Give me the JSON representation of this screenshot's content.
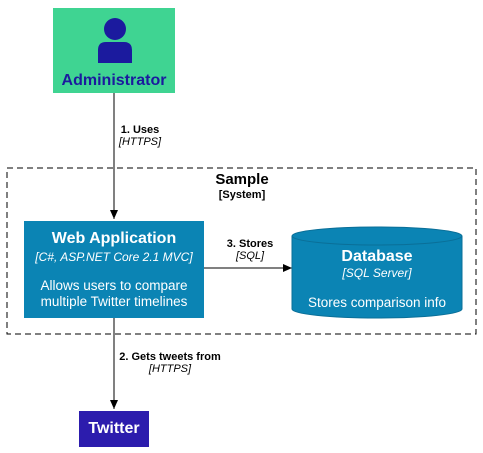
{
  "boundary": {
    "name": "Sample",
    "type": "[System]"
  },
  "nodes": {
    "administrator": {
      "label": "Administrator",
      "color": "#3fd492",
      "text_color": "#1b1a9e",
      "icon": "person-icon"
    },
    "web_application": {
      "title": "Web Application",
      "technology": "[C#, ASP.NET Core 2.1 MVC]",
      "description_lines": [
        "Allows users to compare",
        "multiple Twitter timelines"
      ],
      "color": "#0b84b4"
    },
    "database": {
      "title": "Database",
      "technology": "[SQL Server]",
      "description": "Stores comparison info",
      "color": "#0b84b4"
    },
    "twitter": {
      "label": "Twitter",
      "color": "#2c1cad"
    }
  },
  "edges": [
    {
      "label": "1. Uses",
      "technology": "[HTTPS]"
    },
    {
      "label": "3. Stores",
      "technology": "[SQL]"
    },
    {
      "label": "2. Gets tweets from",
      "technology": "[HTTPS]"
    }
  ]
}
